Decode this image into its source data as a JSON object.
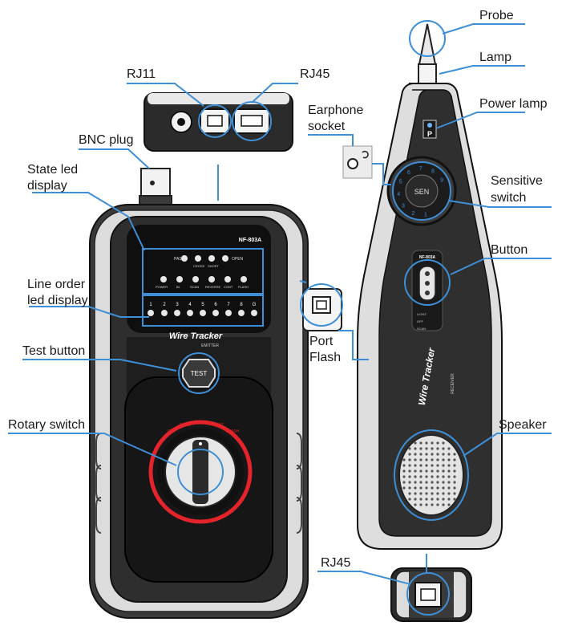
{
  "labels": {
    "probe": "Probe",
    "lamp": "Lamp",
    "power_lamp": "Power lamp",
    "earphone_line1": "Earphone",
    "earphone_line2": "socket",
    "sensitive_line1": "Sensitive",
    "sensitive_line2": "switch",
    "button": "Button",
    "speaker": "Speaker",
    "rj45_bottom": "RJ45",
    "rj11": "RJ11",
    "rj45_top": "RJ45",
    "bnc_plug": "BNC plug",
    "state_led_line1": "State led",
    "state_led_line2": "display",
    "line_order_line1": "Line order",
    "line_order_line2": "led display",
    "test_button": "Test button",
    "rotary_switch": "Rotary switch",
    "port_line1": "Port",
    "port_line2": "Flash"
  },
  "emitter": {
    "model": "NF-803A",
    "brand": "Wire Tracker",
    "sub": "EMITTER",
    "test_key": "TEST",
    "led_row1": [
      "PASS",
      "CROSS",
      "SHORT",
      "OPEN"
    ],
    "led_row2": [
      "POWER",
      "BL",
      "SCAN",
      "REVERSE",
      "CONT",
      "FLASH"
    ],
    "line_numbers": [
      "1",
      "2",
      "3",
      "4",
      "5",
      "6",
      "7",
      "8",
      "G"
    ],
    "rotary_modes": [
      "OFF",
      "SCAN",
      "OFF",
      "CONT",
      "FLASH"
    ]
  },
  "receiver": {
    "model": "NF-803A",
    "brand": "Wire Tracker",
    "sub": "RECEIVER",
    "power_mark": "P",
    "dial_center": "SEN",
    "dial_numbers": [
      "1",
      "2",
      "3",
      "4",
      "5",
      "6",
      "7",
      "8",
      "9"
    ],
    "switch_positions": [
      "LIGHT",
      "OFF",
      "SCAN"
    ]
  },
  "colors": {
    "body_dark": "#2b2b2b",
    "panel_black": "#111111",
    "accent_blue": "#3e8fd6",
    "ring_red": "#e3242b",
    "grip_grey": "#d9d9d9"
  }
}
